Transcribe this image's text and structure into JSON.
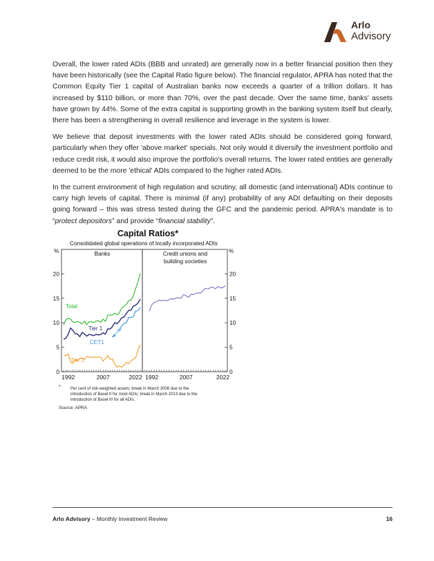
{
  "header": {
    "brand_line1": "Arlo",
    "brand_line2": "Advisory",
    "logo_colors": {
      "dark": "#3b2a20",
      "accent": "#c9672b"
    }
  },
  "body": {
    "p1": "Overall, the lower rated ADIs (BBB and unrated) are generally now in a better financial position then they have been historically (see the Capital Ratio figure below). The financial regulator, APRA has noted that the Common Equity Tier 1 capital of Australian banks now exceeds a quarter of a trillion dollars. It has increased by $110 billion, or more than 70%, over the past decade. Over the same time, banks' assets have grown by 44%. Some of the extra capital is supporting growth in the banking system itself but clearly, there has been a strengthening in overall resilience and leverage in the system is lower.",
    "p2": "We believe that deposit investments with the lower rated ADIs should be considered going forward, particularly when they offer 'above market' specials. Not only would it diversify the investment portfolio and reduce credit risk, it would also improve the portfolio's overall returns. The lower rated entities are generally deemed to be the more 'ethical' ADIs compared to the higher rated ADIs.",
    "p3_a": "In the current environment of high regulation and scrutiny, all domestic (and international) ADIs continue to carry high levels of capital. There is minimal (if any) probability of any ADI defaulting on their deposits going forward – this was stress tested during the GFC and the pandemic period.  APRA's mandate is to “",
    "p3_em1": "protect depositors",
    "p3_b": "” and provide “",
    "p3_em2": "financial stability",
    "p3_c": "”."
  },
  "chart_data": {
    "type": "line",
    "title": "Capital Ratios*",
    "subtitle": "Consolidated global operations of locally incorporated ADIs",
    "unit_left": "%",
    "unit_right": "%",
    "ylim": [
      0,
      25
    ],
    "yticks": [
      "0",
      "5",
      "10",
      "15",
      "20"
    ],
    "grid": false,
    "panels": [
      {
        "label": "Banks",
        "xticks": [
          "1992",
          "2007",
          "2022"
        ],
        "xlim": [
          1990,
          2023
        ],
        "series": [
          {
            "name": "Total",
            "color": "#2bb52b",
            "x": [
              1990,
              1991,
              1992,
              1993,
              1994,
              1995,
              1996,
              1997,
              1998,
              1999,
              2000,
              2001,
              2002,
              2003,
              2004,
              2005,
              2006,
              2007,
              2008,
              2009,
              2010,
              2011,
              2012,
              2013,
              2014,
              2015,
              2016,
              2017,
              2018,
              2019,
              2020,
              2021,
              2022,
              2023
            ],
            "y": [
              9.6,
              10.4,
              11.2,
              10.6,
              10.1,
              10.3,
              10.0,
              10.2,
              9.9,
              10.1,
              9.8,
              10.2,
              10.0,
              10.3,
              10.2,
              10.4,
              10.3,
              10.5,
              10.4,
              11.6,
              11.4,
              11.8,
              11.9,
              11.5,
              12.3,
              12.8,
              13.4,
              13.9,
              14.3,
              14.8,
              15.6,
              16.8,
              18.6,
              20.0
            ]
          },
          {
            "name": "Tier 1",
            "color": "#2a2a7a",
            "x": [
              1990,
              1991,
              1992,
              1993,
              1994,
              1995,
              1996,
              1997,
              1998,
              1999,
              2000,
              2001,
              2002,
              2003,
              2004,
              2005,
              2006,
              2007,
              2008,
              2009,
              2010,
              2011,
              2012,
              2013,
              2014,
              2015,
              2016,
              2017,
              2018,
              2019,
              2020,
              2021,
              2022,
              2023
            ],
            "y": [
              6.4,
              6.9,
              7.8,
              8.7,
              8.6,
              7.8,
              7.5,
              7.4,
              7.9,
              7.6,
              7.5,
              7.4,
              7.6,
              7.5,
              7.4,
              7.7,
              7.6,
              7.8,
              7.9,
              8.6,
              8.7,
              9.4,
              9.8,
              9.9,
              10.4,
              10.8,
              11.4,
              11.8,
              12.4,
              12.8,
              13.2,
              13.6,
              14.2,
              14.6
            ]
          },
          {
            "name": "CET1",
            "color": "#3b8de0",
            "x": [
              2013,
              2014,
              2015,
              2016,
              2017,
              2018,
              2019,
              2020,
              2021,
              2022,
              2023
            ],
            "y": [
              8.2,
              8.8,
              9.3,
              9.8,
              10.2,
              10.9,
              11.1,
              11.4,
              12.2,
              12.6,
              13.2
            ]
          },
          {
            "name": "Tier 2",
            "color": "#f59a25",
            "x": [
              1990,
              1991,
              1992,
              1993,
              1994,
              1995,
              1996,
              1997,
              1998,
              1999,
              2000,
              2001,
              2002,
              2003,
              2004,
              2005,
              2006,
              2007,
              2008,
              2009,
              2010,
              2011,
              2012,
              2013,
              2014,
              2015,
              2016,
              2017,
              2018,
              2019,
              2020,
              2021,
              2022,
              2023
            ],
            "y": [
              3.3,
              3.5,
              3.4,
              2.1,
              1.8,
              2.3,
              2.5,
              2.7,
              2.6,
              2.8,
              2.9,
              3.0,
              3.1,
              2.8,
              3.0,
              3.1,
              2.7,
              2.4,
              2.6,
              3.2,
              2.8,
              2.4,
              1.6,
              1.1,
              0.9,
              1.1,
              1.4,
              1.7,
              1.9,
              2.1,
              2.5,
              3.1,
              4.2,
              5.6
            ]
          }
        ]
      },
      {
        "label": "Credit unions and building societies",
        "label_line1": "Credit unions and",
        "label_line2": "building societies",
        "xticks": [
          "1992",
          "2007",
          "2022"
        ],
        "xlim": [
          1990,
          2023
        ],
        "series": [
          {
            "name": "",
            "color": "#7272c8",
            "x": [
              1992,
              1993,
              1994,
              1995,
              1996,
              1997,
              1998,
              1999,
              2000,
              2001,
              2002,
              2003,
              2004,
              2005,
              2006,
              2007,
              2008,
              2009,
              2010,
              2011,
              2012,
              2013,
              2014,
              2015,
              2016,
              2017,
              2018,
              2019,
              2020,
              2021,
              2022,
              2023
            ],
            "y": [
              12.4,
              13.5,
              14.4,
              14.2,
              14.6,
              14.7,
              14.4,
              14.6,
              14.8,
              14.7,
              15.0,
              15.1,
              14.9,
              15.3,
              15.6,
              15.5,
              15.4,
              15.6,
              15.9,
              16.1,
              15.9,
              16.3,
              16.6,
              16.9,
              17.2,
              17.0,
              17.3,
              17.1,
              17.2,
              17.3,
              17.2,
              17.4
            ]
          }
        ]
      }
    ],
    "footnote_mark": "*",
    "footnote_line1": "Per cent of risk-weighted assets; break in March 2008 due to the",
    "footnote_line2": "introduction of Basel II for most ADIs; break in March 2013 due to the",
    "footnote_line3": "introduction of Basel III for all ADIs.",
    "source": "Source:   APRA"
  },
  "footer": {
    "brand": "Arlo Advisory",
    "subtitle": " – Monthly Investment Review",
    "page": "16"
  }
}
